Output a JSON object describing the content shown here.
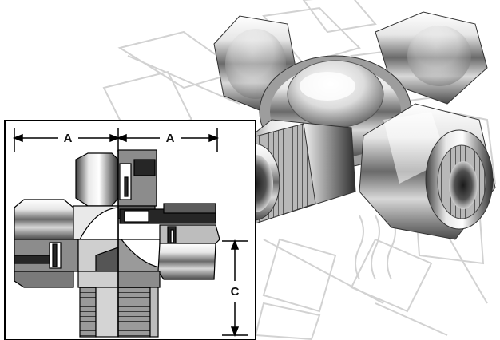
{
  "figure": {
    "dimension_labels": [
      "A",
      "A",
      "C"
    ],
    "colors": {
      "chrome_light": "#f4f4f4",
      "chrome_mid": "#a9a9a9",
      "chrome_dark": "#3c3c3c",
      "outline_ghost": "#d0d0d0",
      "section_gray": "#8c8c8c",
      "section_dark": "#262626",
      "frame": "#000000"
    }
  }
}
